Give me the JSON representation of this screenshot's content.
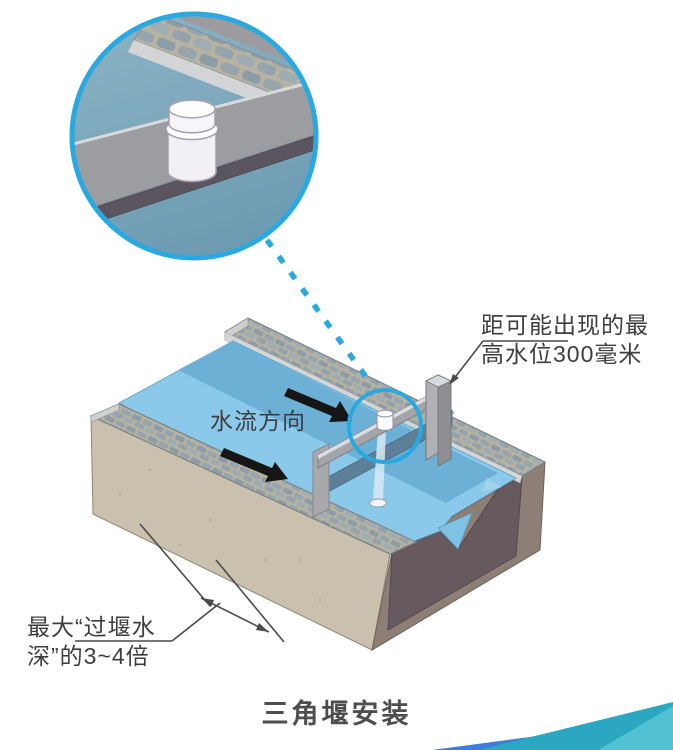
{
  "colors": {
    "accent": "#29a9e0",
    "water_light": "#8ac9e9",
    "water_dark": "#6cb0d6",
    "concrete_beige": "#c9c0ad",
    "block_brown": "#8d7f75",
    "vwall_dark": "#665a5e",
    "bracket_gray": "#a4a5a9",
    "weir_plate": "#5e7f98",
    "blue_triangle": "#3e7ed8",
    "teal_triangle": "#2ba7c2",
    "teal_light": "#52c1d3",
    "label_text": "#3e3e3e",
    "caption_text": "#4e4e4e"
  },
  "labels": {
    "flow_direction": "水流方向",
    "max_water_level": {
      "lines": [
        "距可能出现的最",
        "高水位300毫米"
      ]
    },
    "weir_depth": {
      "lines": [
        "最大“过堰水",
        "深”的3~4倍"
      ]
    },
    "caption": "三角堰安装"
  }
}
